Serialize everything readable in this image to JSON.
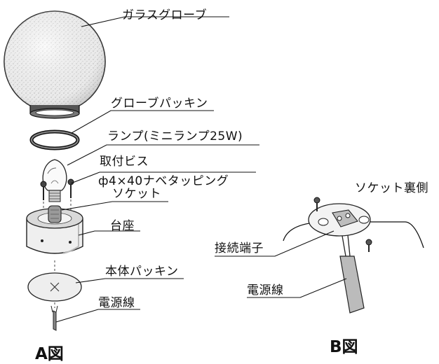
{
  "diagram_a": {
    "caption": "A図",
    "labels": {
      "glass_globe": "ガラスグローブ",
      "globe_gasket": "グローブパッキン",
      "lamp": "ランプ(ミニランプ25W)",
      "mount_screw": "取付ビス",
      "mount_screw_spec": "ф4×40ナベタッピング",
      "socket": "ソケット",
      "base": "台座",
      "body_gasket": "本体パッキン",
      "power_cord": "電源線"
    }
  },
  "diagram_b": {
    "caption": "B図",
    "labels": {
      "socket_back": "ソケット裏側",
      "terminal": "接続端子",
      "power_cord": "電源線"
    }
  }
}
